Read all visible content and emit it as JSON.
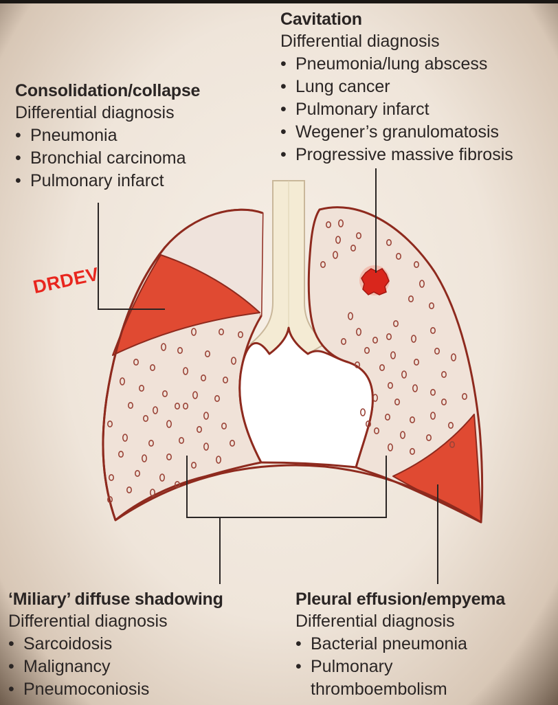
{
  "cavitation": {
    "title": "Cavitation",
    "subtitle": "Differential diagnosis",
    "items": [
      "Pneumonia/lung abscess",
      "Lung cancer",
      "Pulmonary infarct",
      "Wegener’s granulomatosis",
      "Progressive massive fibrosis"
    ]
  },
  "consolidation": {
    "title": "Consolidation/collapse",
    "subtitle": "Differential diagnosis",
    "items": [
      "Pneumonia",
      "Bronchial carcinoma",
      "Pulmonary infarct"
    ]
  },
  "miliary": {
    "title": "‘Miliary’ diffuse shadowing",
    "subtitle": "Differential diagnosis",
    "items": [
      "Sarcoidosis",
      "Malignancy",
      "Pneumoconiosis"
    ]
  },
  "pleural": {
    "title": "Pleural effusion/empyema",
    "subtitle": "Differential diagnosis",
    "items": [
      "Bacterial pneumonia",
      "Pulmonary",
      "thromboembolism"
    ]
  },
  "watermark": "DRDEV",
  "colors": {
    "text": "#2a2524",
    "lung_fill": "#f0e2d8",
    "lung_outline": "#8e2a1e",
    "lesion": "#e04a32",
    "trachea": "#f4ebd4",
    "watermark": "#e8261e"
  }
}
